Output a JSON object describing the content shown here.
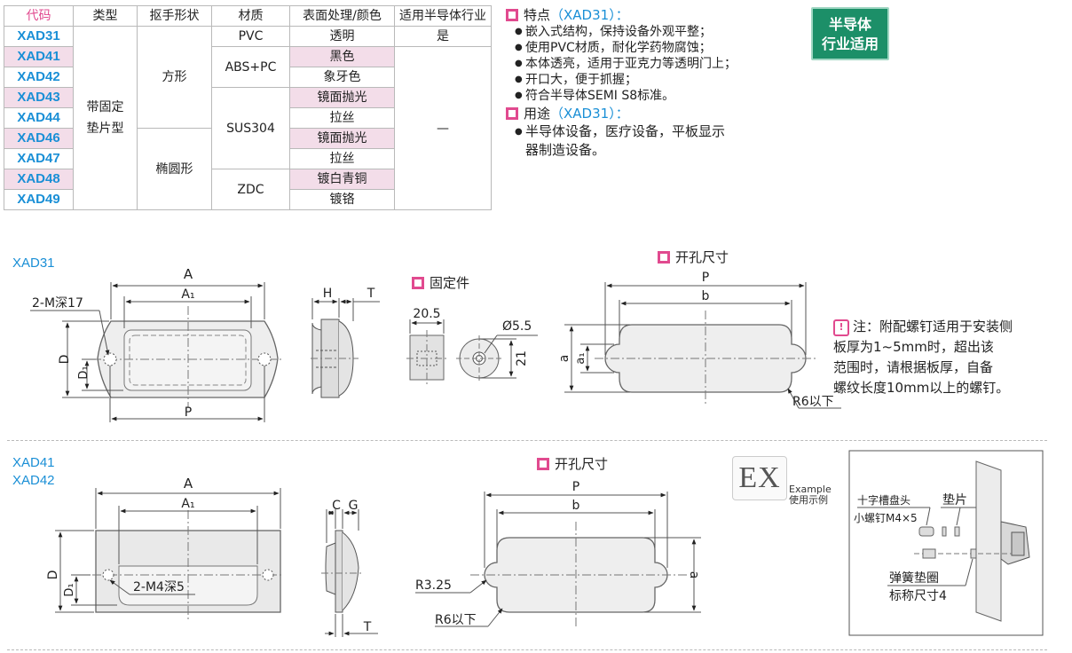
{
  "table": {
    "headers": [
      "代码",
      "类型",
      "抠手形状",
      "材质",
      "表面处理/颜色",
      "适用半导体行业"
    ],
    "codes": [
      "XAD31",
      "XAD41",
      "XAD42",
      "XAD43",
      "XAD44",
      "XAD46",
      "XAD47",
      "XAD48",
      "XAD49"
    ],
    "type": "带固定垫片型",
    "shapes": [
      "方形",
      "椭圆形"
    ],
    "materials": [
      "PVC",
      "ABS+PC",
      "SUS304",
      "ZDC"
    ],
    "finishes": [
      "透明",
      "黑色",
      "象牙色",
      "镜面抛光",
      "拉丝",
      "镜面抛光",
      "拉丝",
      "镀白青铜",
      "镀铬"
    ],
    "semi": [
      "是",
      "—"
    ]
  },
  "features": {
    "title1": "特点",
    "model": "（XAD31）：",
    "items": [
      "嵌入式结构，保持设备外观平整；",
      "使用PVC材质，耐化学药物腐蚀；",
      "本体透亮，适用于亚克力等透明门上；",
      "开口大，便于抓握；",
      "符合半导体SEMI S8标准。"
    ],
    "title2": "用途",
    "use_line1": "半导体设备，医疗设备，平板显示",
    "use_line2": "器制造设备。"
  },
  "badge": {
    "line1": "半导体",
    "line2": "行业适用"
  },
  "section1": {
    "model": "XAD31",
    "fixing_title": "固定件",
    "hole_title": "开孔尺寸",
    "dims": {
      "A": "A",
      "A1": "A₁",
      "P": "P",
      "D": "D",
      "D1": "D₁",
      "H": "H",
      "T": "T",
      "M": "2-M深17",
      "w": "20.5",
      "dia": "Ø5.5",
      "h": "21",
      "b": "b",
      "a": "a",
      "a1": "a₁",
      "R": "R6以下"
    },
    "note": [
      "注：附配螺钉适用于安装侧",
      "板厚为1~5mm时，超出该",
      "范围时，请根据板厚，自备",
      "螺纹长度10mm以上的螺钉。"
    ]
  },
  "section2": {
    "model1": "XAD41",
    "model2": "XAD42",
    "hole_title": "开孔尺寸",
    "dims": {
      "A": "A",
      "A1": "A₁",
      "D": "D",
      "D1": "D₁",
      "M": "2-M4深5",
      "C": "C",
      "G": "G",
      "T": "T",
      "P": "P",
      "b": "b",
      "a": "a",
      "R1": "R3.25",
      "R2": "R6以下"
    },
    "example": {
      "ex": "EX",
      "en": "Example",
      "cn": "使用示例",
      "screw1": "十字槽盘头",
      "screw2": "小螺钉M4×5",
      "washer": "垫片",
      "spring": "弹簧垫圈",
      "size": "标称尺寸4"
    }
  }
}
